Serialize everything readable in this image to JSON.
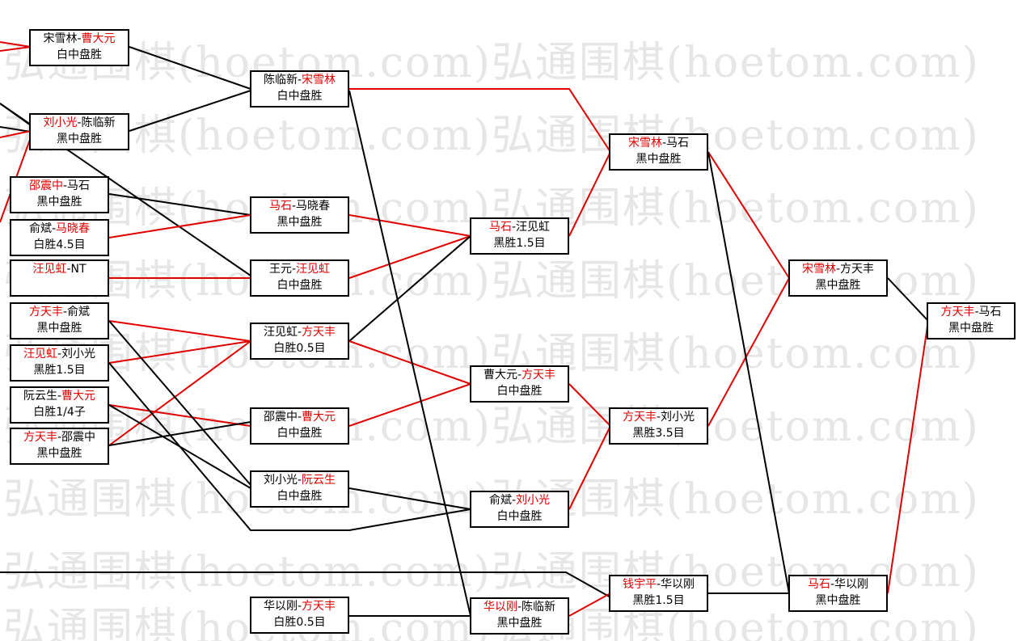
{
  "watermark": "弘通围棋(hoetom.com)弘通围棋(hoetom.com)",
  "colors": {
    "winner": "#e00000",
    "line_winner": "#e00000",
    "line_other": "#000000",
    "box_border": "#000000"
  },
  "matches": {
    "r1_1": {
      "p1": "宋雪林",
      "sep": "-",
      "p2": "曹大元",
      "winner": 2,
      "result": "白中盘胜"
    },
    "r1_2": {
      "p1": "刘小光",
      "sep": "-",
      "p2": "陈临新",
      "winner": 1,
      "result": "黑中盘胜"
    },
    "r1_3": {
      "p1": "邵震中",
      "sep": "-",
      "p2": "马石",
      "winner": 1,
      "result": "黑中盘胜"
    },
    "r1_4": {
      "p1": "俞斌",
      "sep": "-",
      "p2": "马晓春",
      "winner": 2,
      "result": "白胜4.5目"
    },
    "r1_5": {
      "p1": "汪见虹",
      "sep": "-",
      "p2": "NT",
      "winner": 1,
      "result": ""
    },
    "r1_6": {
      "p1": "方天丰",
      "sep": "-",
      "p2": "俞斌",
      "winner": 1,
      "result": "黑中盘胜"
    },
    "r1_7": {
      "p1": "汪见虹",
      "sep": "-",
      "p2": "刘小光",
      "winner": 1,
      "result": "黑胜1.5目"
    },
    "r1_8": {
      "p1": "阮云生",
      "sep": "-",
      "p2": "曹大元",
      "winner": 2,
      "result": "白胜1/4子"
    },
    "r1_9": {
      "p1": "方天丰",
      "sep": "-",
      "p2": "邵震中",
      "winner": 1,
      "result": "黑中盘胜"
    },
    "r2_1": {
      "p1": "陈临新",
      "sep": "-",
      "p2": "宋雪林",
      "winner": 2,
      "result": "白中盘胜"
    },
    "r2_2": {
      "p1": "马石",
      "sep": "-",
      "p2": "马晓春",
      "winner": 1,
      "result": "黑中盘胜"
    },
    "r2_3": {
      "p1": "王元",
      "sep": "-",
      "p2": "汪见虹",
      "winner": 2,
      "result": "白中盘胜"
    },
    "r2_4": {
      "p1": "汪见虹",
      "sep": "-",
      "p2": "方天丰",
      "winner": 2,
      "result": "白胜0.5目"
    },
    "r2_5": {
      "p1": "邵震中",
      "sep": "-",
      "p2": "曹大元",
      "winner": 2,
      "result": "白中盘胜"
    },
    "r2_6": {
      "p1": "刘小光",
      "sep": "-",
      "p2": "阮云生",
      "winner": 2,
      "result": "白中盘胜"
    },
    "r2_7": {
      "p1": "华以刚",
      "sep": "-",
      "p2": "方天丰",
      "winner": 2,
      "result": "白胜0.5目"
    },
    "r3_1": {
      "p1": "马石",
      "sep": "-",
      "p2": "汪见虹",
      "winner": 1,
      "result": "黑胜1.5目"
    },
    "r3_2": {
      "p1": "曹大元",
      "sep": "-",
      "p2": "方天丰",
      "winner": 2,
      "result": "白中盘胜"
    },
    "r3_3": {
      "p1": "俞斌",
      "sep": "-",
      "p2": "刘小光",
      "winner": 2,
      "result": "白中盘胜"
    },
    "r3_4": {
      "p1": "华以刚",
      "sep": "-",
      "p2": "陈临新",
      "winner": 1,
      "result": "黑中盘胜"
    },
    "r4_1": {
      "p1": "宋雪林",
      "sep": "-",
      "p2": "马石",
      "winner": 1,
      "result": "黑中盘胜"
    },
    "r4_2": {
      "p1": "方天丰",
      "sep": "-",
      "p2": "刘小光",
      "winner": 1,
      "result": "黑胜3.5目"
    },
    "r4_3": {
      "p1": "钱宇平",
      "sep": "-",
      "p2": "华以刚",
      "winner": 1,
      "result": "黑胜1.5目"
    },
    "r5_1": {
      "p1": "宋雪林",
      "sep": "-",
      "p2": "方天丰",
      "winner": 1,
      "result": "黑中盘胜"
    },
    "r5_2": {
      "p1": "马石",
      "sep": "-",
      "p2": "华以刚",
      "winner": 1,
      "result": "黑中盘胜"
    },
    "final": {
      "p1": "方天丰",
      "sep": "-",
      "p2": "马石",
      "winner": 1,
      "result": "黑中盘胜"
    }
  }
}
